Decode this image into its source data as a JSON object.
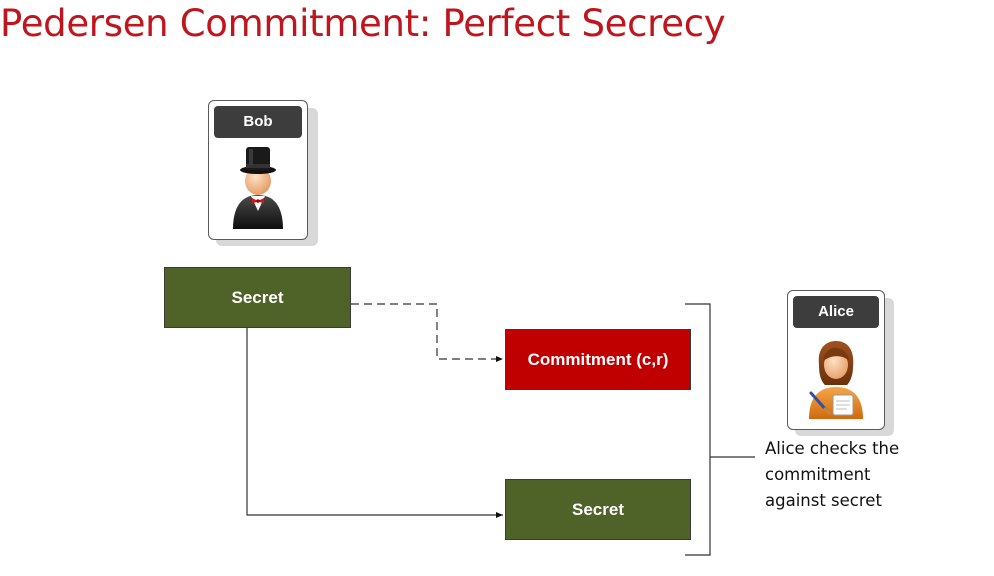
{
  "title": "Pedersen Commitment: Perfect Secrecy",
  "bob": {
    "label": "Bob",
    "icon": "bob-top-hat-icon"
  },
  "alice": {
    "label": "Alice",
    "icon": "alice-icon"
  },
  "boxes": {
    "secret_source": "Secret",
    "commitment": "Commitment (c,r)",
    "secret_target": "Secret"
  },
  "note_lines": [
    "Alice checks the",
    "commitment",
    "against secret"
  ],
  "colors": {
    "title": "#c0151c",
    "secret_box": "#4f6228",
    "commitment_box": "#c00000",
    "label_bg": "#3d3d3d"
  }
}
